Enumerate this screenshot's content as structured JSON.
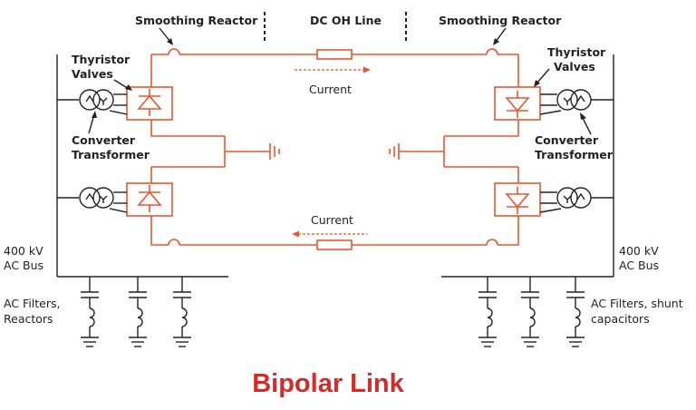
{
  "labels": {
    "smoothing_reactor_left": "Smoothing Reactor",
    "dc_oh_line": "DC OH Line",
    "smoothing_reactor_right": "Smoothing Reactor",
    "thyristor_left_1": "Thyristor",
    "thyristor_left_2": "Valves",
    "thyristor_right_1": "Thyristor",
    "thyristor_right_2": "Valves",
    "converter_left_1": "Converter",
    "converter_left_2": "Transformer",
    "converter_right_1": "Converter",
    "converter_right_2": "Transformer",
    "current_top": "Current",
    "current_bottom": "Current",
    "bus_left_1": "400 kV",
    "bus_left_2": "AC Bus",
    "bus_right_1": "400 kV",
    "bus_right_2": "AC Bus",
    "filters_left_1": "AC Filters,",
    "filters_left_2": "Reactors",
    "filters_right_1": "AC Filters,  shunt",
    "filters_right_2": "capacitors"
  },
  "title": "Bipolar Link",
  "colors": {
    "dc_circuit": "#e8562f",
    "ac_circuit": "#222222",
    "title": "#d42a2a"
  }
}
